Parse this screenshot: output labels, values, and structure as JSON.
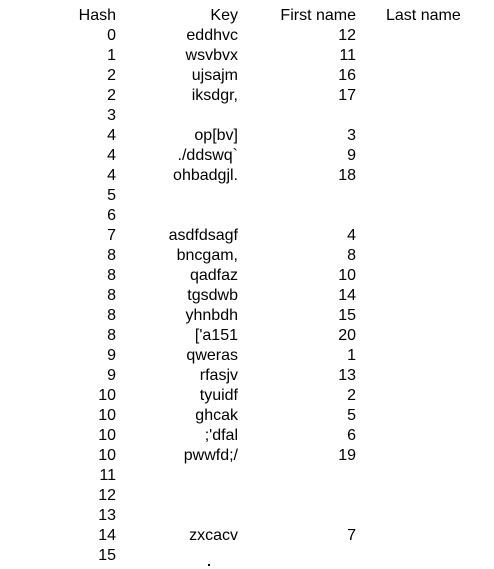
{
  "headers": {
    "hash": "Hash",
    "key": "Key",
    "first_name": "First name",
    "last_name": "Last name"
  },
  "rows": [
    {
      "hash": "0",
      "key": "eddhvc",
      "first": "12",
      "last": ""
    },
    {
      "hash": "1",
      "key": "wsvbvx",
      "first": "11",
      "last": ""
    },
    {
      "hash": "2",
      "key": "ujsajm",
      "first": "16",
      "last": ""
    },
    {
      "hash": "2",
      "key": "iksdgr,",
      "first": "17",
      "last": ""
    },
    {
      "hash": "3",
      "key": "",
      "first": "",
      "last": ""
    },
    {
      "hash": "4",
      "key": "op[bv]",
      "first": "3",
      "last": ""
    },
    {
      "hash": "4",
      "key": "./ddswq`",
      "first": "9",
      "last": ""
    },
    {
      "hash": "4",
      "key": "ohbadgjl.",
      "first": "18",
      "last": ""
    },
    {
      "hash": "5",
      "key": "",
      "first": "",
      "last": ""
    },
    {
      "hash": "6",
      "key": "",
      "first": "",
      "last": ""
    },
    {
      "hash": "7",
      "key": "asdfdsagf",
      "first": "4",
      "last": ""
    },
    {
      "hash": "8",
      "key": "bncgam,",
      "first": "8",
      "last": ""
    },
    {
      "hash": "8",
      "key": "qadfaz",
      "first": "10",
      "last": ""
    },
    {
      "hash": "8",
      "key": "tgsdwb",
      "first": "14",
      "last": ""
    },
    {
      "hash": "8",
      "key": "yhnbdh",
      "first": "15",
      "last": ""
    },
    {
      "hash": "8",
      "key": "['a151",
      "first": "20",
      "last": ""
    },
    {
      "hash": "9",
      "key": "qweras",
      "first": "1",
      "last": ""
    },
    {
      "hash": "9",
      "key": "rfasjv",
      "first": "13",
      "last": ""
    },
    {
      "hash": "10",
      "key": "tyuidf",
      "first": "2",
      "last": ""
    },
    {
      "hash": "10",
      "key": "ghcak",
      "first": "5",
      "last": ""
    },
    {
      "hash": "10",
      "key": ";'dfal",
      "first": "6",
      "last": ""
    },
    {
      "hash": "10",
      "key": "pwwfd;/",
      "first": "19",
      "last": ""
    },
    {
      "hash": "11",
      "key": "",
      "first": "",
      "last": ""
    },
    {
      "hash": "12",
      "key": "",
      "first": "",
      "last": ""
    },
    {
      "hash": "13",
      "key": "",
      "first": "",
      "last": ""
    },
    {
      "hash": "14",
      "key": "zxcacv",
      "first": "7",
      "last": ""
    },
    {
      "hash": "15",
      "key": "",
      "first": "",
      "last": ""
    }
  ]
}
